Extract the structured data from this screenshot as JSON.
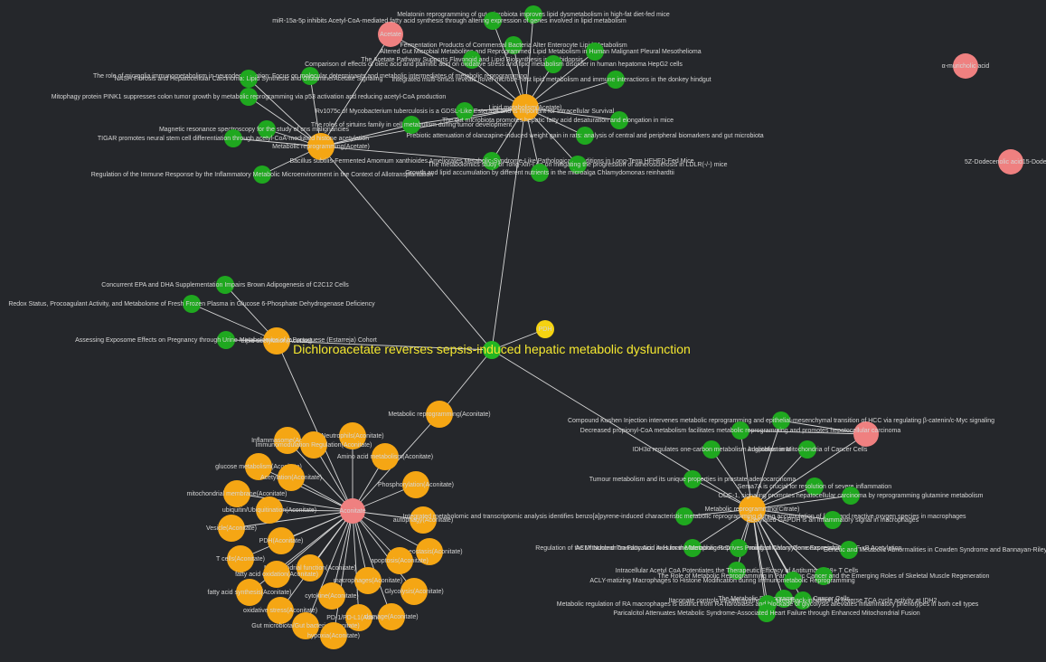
{
  "colors": {
    "background": "#25272b",
    "edge": "#d9d9d9",
    "paper": "#1fa81f",
    "topic": "#f5a614",
    "gene": "#ef8080",
    "center": "#23b623",
    "center_label": "#f5e830",
    "label": "#d6d6d6"
  },
  "nodes": {
    "center": {
      "label": "Dichloroacetate reverses sepsis-induced hepatic metabolic dysfunction",
      "kind": "center"
    },
    "tag": {
      "label": "PDH",
      "kind": "small"
    },
    "acetate_gene": {
      "label": "Acetate",
      "kind": "gene"
    },
    "amuricholic": {
      "label": "α-muricholic acid",
      "kind": "gene"
    },
    "dodecenolic": {
      "label": "5Z-Dodecenolic acid15-Dodecen",
      "kind": "gene"
    },
    "lipid_metab": {
      "label": "Lipid metabolism(Acetate)",
      "kind": "topic"
    },
    "metab_reprog_acetate": {
      "label": "Metabolic reprogramming(Acetate)",
      "kind": "topic"
    },
    "lipid_acetyl": {
      "label": "Lipid acetylation(Acetate)",
      "kind": "topic"
    },
    "p_melatonin": {
      "label": "Melatonin reprogramming of gut microbiota improves lipid dysmetabolism in high-fat diet-fed mice",
      "kind": "paper"
    },
    "p_mir15a": {
      "label": "miR-15a-5p inhibits Acetyl-CoA-mediated fatty acid synthesis through altering expression of genes involved in lipid metabolism",
      "kind": "paper"
    },
    "p_fermentation": {
      "label": "Fermentation Products of Commensal Bacteria Alter Enterocyte Lipid Metabolism",
      "kind": "paper"
    },
    "p_altered_gut": {
      "label": "Altered Gut Microbial Metabolites and Reprogrammed Lipid Metabolism in Human Malignant Pleural Mesothelioma",
      "kind": "paper"
    },
    "p_acetate_pathway": {
      "label": "The Acetate Pathway Supports Flavonoid and Lipid Biosynthesis in Arabidopsis",
      "kind": "paper"
    },
    "p_microglia": {
      "label": "The role of microglia immunometabolism in neurodegeneration: Focus on molecular determinants and metabolic intermediates of metabolic reprogramming",
      "kind": "paper"
    },
    "p_nash": {
      "label": "NASH Fibrosis and Hepatocellular Carcinoma: Lipid Synthesis and Glutamine/Acetate Signaling",
      "kind": "paper"
    },
    "p_comparison": {
      "label": "Comparison of effects of oleic acid and palmitic acid on oxidative stress and lipid metabolism disorder in human hepatoma HepG2 cells",
      "kind": "paper"
    },
    "p_pink1": {
      "label": "Mitophagy protein PINK1 suppresses colon tumor growth by metabolic reprogramming via p53 activation and reducing acetyl-CoA production",
      "kind": "paper"
    },
    "p_multiomics": {
      "label": "Integrated multi-omics reveals novel microbe-host lipid metabolism and immune interactions in the donkey hindgut",
      "kind": "paper"
    },
    "p_rv1075c": {
      "label": "Rv1075c of Mycobacterium tuberculosis is a GDSL-Like Esterase and Is Important for Intracellular Survival",
      "kind": "paper"
    },
    "p_sirtuins": {
      "label": "The roles of sirtuins family in cell metabolism during tumor development",
      "kind": "paper"
    },
    "p_gut_microbiota": {
      "label": "The gut microbiota promotes hepatic fatty acid desaturation and elongation in mice",
      "kind": "paper"
    },
    "p_magnetic": {
      "label": "Magnetic resonance spectroscopy for the study of cns malignancies",
      "kind": "paper"
    },
    "p_tigar": {
      "label": "TIGAR promotes neural stem cell differentiation through acetyl-CoA-mediated histone acetylation",
      "kind": "paper"
    },
    "p_prebiotic": {
      "label": "Prebiotic attenuation of olanzapine-induced weight gain in rats: analysis of central and peripheral biomarkers and gut microbiota",
      "kind": "paper"
    },
    "p_bacillus": {
      "label": "Bacillus subtilis-Fermented Amomum xanthioides Ameliorates Metabolic-Syndrome-Like Pathological Conditions in Long-Term HFHFD-Fed Mice",
      "kind": "paper"
    },
    "p_metabolomics": {
      "label": "The metabolomics study of Tong-Xin-Luo on mitigating the progression of atherosclerosis in LDLR(-/-) mice",
      "kind": "paper"
    },
    "p_regulation": {
      "label": "Regulation of the Immune Response by the Inflammatory Metabolic Microenvironment in the Context of Allotransplantation",
      "kind": "paper"
    },
    "p_growth": {
      "label": "Growth and lipid accumulation by different nutrients in the microalga Chlamydomonas reinhardtii",
      "kind": "paper"
    },
    "p_epa": {
      "label": "Concurrent EPA and DHA Supplementation Impairs Brown Adipogenesis of C2C12 Cells",
      "kind": "paper"
    },
    "p_redox": {
      "label": "Redox Status, Procoagulant Activity, and Metabolome of Fresh Frozen Plasma in Glucose 6-Phosphate Dehydrogenase Deficiency",
      "kind": "paper"
    },
    "p_exposome": {
      "label": "Assessing Exposome Effects on Pregnancy through Urine Metabolomics of a Portuguese (Estarreja) Cohort",
      "kind": "paper"
    },
    "lipid_metab_acetate2": {
      "label": "Lipid metabolism(Acetate)",
      "kind": "topic"
    },
    "mr_aconitate": {
      "label": "Metabolic reprogramming(Aconitate)",
      "kind": "topic"
    },
    "aconitate": {
      "label": "Aconitate",
      "kind": "gene"
    },
    "t_inflammasome": {
      "label": "Inflammasome(Aconitate)",
      "kind": "topic"
    },
    "t_neutrophils": {
      "label": "Neutrophils(Aconitate)",
      "kind": "topic"
    },
    "t_immuno_reg": {
      "label": "Immunomodulation Regulation(Aconitate)",
      "kind": "topic"
    },
    "t_amino": {
      "label": "Amino acid metabolism(Aconitate)",
      "kind": "topic"
    },
    "t_glucose": {
      "label": "glucose metabolism(Aconitate)",
      "kind": "topic"
    },
    "t_acetylation": {
      "label": "Acetylation(Aconitate)",
      "kind": "topic"
    },
    "t_phosphorylation": {
      "label": "Phosphorylation(Aconitate)",
      "kind": "topic"
    },
    "t_mito_membrane": {
      "label": "mitochondrial membrane(Aconitate)",
      "kind": "topic"
    },
    "t_ubiquitin": {
      "label": "ubiquitin/Ubiquitination(Aconitate)",
      "kind": "topic"
    },
    "t_autophagy": {
      "label": "autophagy(Aconitate)",
      "kind": "topic"
    },
    "t_vesicle": {
      "label": "Vesicle(Aconitate)",
      "kind": "topic"
    },
    "t_pdh": {
      "label": "PDH(Aconitate)",
      "kind": "topic"
    },
    "t_homeostasis": {
      "label": "homeostasis(Aconitate)",
      "kind": "topic"
    },
    "t_tcells": {
      "label": "T cells(Aconitate)",
      "kind": "topic"
    },
    "t_mito_function": {
      "label": "Mitochondrial function(Aconitate)",
      "kind": "topic"
    },
    "t_apoptosis": {
      "label": "apoptosis(Aconitate)",
      "kind": "topic"
    },
    "t_fa_oxidation": {
      "label": "fatty acid oxidation(Aconitate)",
      "kind": "topic"
    },
    "t_macrophages": {
      "label": "macrophages(Aconitate)",
      "kind": "topic"
    },
    "t_glycolysis": {
      "label": "Glycolysis(Aconitate)",
      "kind": "topic"
    },
    "t_fa_synthesis": {
      "label": "fatty acid synthesis(Aconitate)",
      "kind": "topic"
    },
    "t_cytokine": {
      "label": "cytokine(Aconitate)",
      "kind": "topic"
    },
    "t_ox_stress": {
      "label": "oxidative stress(Aconitate)",
      "kind": "topic"
    },
    "t_pd1": {
      "label": "PD-1/PD-L1(Aconitate)",
      "kind": "topic"
    },
    "t_damage": {
      "label": "damage(Aconitate)",
      "kind": "topic"
    },
    "t_gut_bacteria": {
      "label": "Gut microbiota/Gut bacteria(Aconitate)",
      "kind": "topic"
    },
    "t_hypoxia": {
      "label": "hypoxia(Aconitate)",
      "kind": "topic"
    },
    "mr_citrate": {
      "label": "Metabolic reprogramming(Citrate)",
      "kind": "topic"
    },
    "citrate_gene": {
      "label": "",
      "kind": "gene"
    },
    "q_kushen": {
      "label": "Compound Kushen Injection intervenes metabolic reprogramming and epithelial-mesenchymal transition of HCC via regulating β-catenin/c-Myc signaling",
      "kind": "paper"
    },
    "q_propionyl": {
      "label": "Decreased propionyl-CoA metabolism facilitates metabolic reprogramming and promotes hepatocellular carcinoma",
      "kind": "paper"
    },
    "q_idh3a": {
      "label": "IDH3α regulates one-carbon metabolism in glioblastoma",
      "kind": "paper"
    },
    "q_mito_adapt": {
      "label": "Adaptation in Mitochondria of Cancer Cells",
      "kind": "paper"
    },
    "q_tumour": {
      "label": "Tumour metabolism and its unique properties in prostate adenocarcinoma",
      "kind": "paper"
    },
    "q_sema7a": {
      "label": "Sema7A is crucial for resolution of severe inflammation",
      "kind": "paper"
    },
    "q_ods": {
      "label": "ODC-1, signaling promotes hepatocellular carcinoma by reprogramming glutamine metabolism",
      "kind": "paper"
    },
    "q_integrated": {
      "label": "Integrated metabolomic and transcriptomic analysis identifies benzo[a]pyrene-induced characteristic metabolic reprogramming during accumulation of lipids and reactive oxygen species in macrophages",
      "kind": "paper"
    },
    "q_gapdh": {
      "label": "Acetylated GAPDH is an inflammatory signal in macrophages",
      "kind": "paper"
    },
    "q_mitofatty": {
      "label": "Regulation of the Mitochondrion-Fatty Acid Axis for the Metabolic Reprogramming of Chlamydomonas reinhardtii",
      "kind": "paper"
    },
    "q_acly_nuclear": {
      "label": "ACLY Nuclear Translocation in Human Macrophages Drives Proinflammatory Gene Expression by NF-κB Acetylation",
      "kind": "paper"
    },
    "q_bannayan": {
      "label": "Genetic and Metabolic Abnormalities in Cowden Syndrome and Bannayan-Riley-Ruvalcaba Syndrome",
      "kind": "paper"
    },
    "q_intracellular": {
      "label": "Intracellular Acetyl CoA Potentiates the Therapeutic Efficacy of Antitumor CD8+ T Cells",
      "kind": "paper"
    },
    "q_role": {
      "label": "The Role of Metabolic Reprogramming in Pancreatic Cancer and the Emerging Roles of Skeletal Muscle Regeneration",
      "kind": "paper"
    },
    "q_acly_matizing": {
      "label": "ACLY-matizing Macrophages to Histone Modification during Immunometabolic Reprogramming",
      "kind": "paper"
    },
    "q_ch3k": {
      "label": "The Metabolic Reprogramming in Cancer Cells",
      "kind": "paper"
    },
    "q_itaconate": {
      "label": "Itaconate controls its own synthesis via feedback-inhibition of reverse TCA cycle activity at IDH2",
      "kind": "paper"
    },
    "q_ra_macro": {
      "label": "Metabolic regulation of RA macrophages is distinct from RA fibroblasts and blockade of glycolysis alleviates inflammatory phenotypes in both cell types",
      "kind": "paper"
    },
    "q_paricalcitol": {
      "label": "Paricalcitol Attenuates Metabolic Syndrome-Associated Heart Failure through Enhanced Mitochondrial Fusion",
      "kind": "paper"
    }
  }
}
